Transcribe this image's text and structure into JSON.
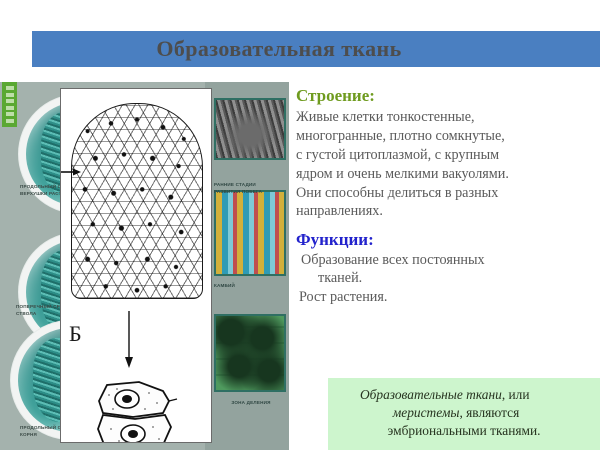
{
  "slide": {
    "title": "Образовательная ткань",
    "title_bar_color": "#4a7fc1",
    "title_text_color": "#4d4d4d",
    "background_color": "#ffffff"
  },
  "content": {
    "structure_heading": "Строение:",
    "structure_heading_color": "#6f9b1f",
    "structure_text": "Живые клетки тонкостенные, многогранные, плотно сомкнутые, с густой цитоплазмой, с крупным ядром и очень мелкими вакуолями. Они способны делиться в разных направлениях.",
    "functions_heading": "Функции:",
    "functions_heading_color": "#2222cc",
    "functions": [
      "Образование всех постоянных",
      "тканей.",
      "Рост растения."
    ]
  },
  "definition_box": {
    "background_color": "#cdf5cd",
    "line1_italic": "Образовательные  ткани",
    "line1_rest": ", или",
    "line2_italic": "меристемы",
    "line2_rest": ", являются",
    "line3": "эмбриональными тканями."
  },
  "poster": {
    "background_color": "#98a8a3",
    "captions": {
      "longitudinal_shoot_tip": "Продольный срез верхушки растения",
      "transverse_stem": "Поперечный срез ствола",
      "longitudinal_root": "Продольный срез корня",
      "early_shoot_stages": "Ранние стадии развития побега",
      "cambium": "Камбий",
      "division_zone": "Зона деления"
    }
  },
  "inset": {
    "label": "Б",
    "background_color": "#ffffff",
    "border_color": "#6b6b6b"
  }
}
